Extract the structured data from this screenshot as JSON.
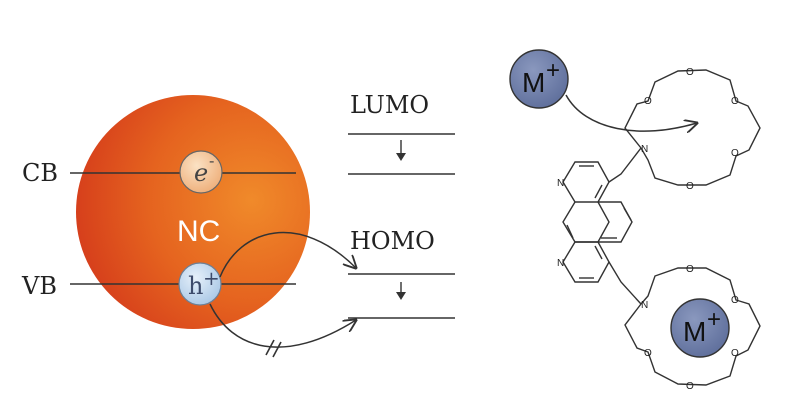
{
  "labels": {
    "cb": "CB",
    "vb": "VB",
    "nc": "NC",
    "electron": "e",
    "electron_sup": "-",
    "hole": "h",
    "hole_sup": "+",
    "lumo": "LUMO",
    "homo": "HOMO",
    "blocked_mark": "//",
    "metal_top": "M",
    "metal_top_sup": "+",
    "metal_bottom": "M",
    "metal_bottom_sup": "+",
    "n_label": "N",
    "o_label": "O"
  },
  "colors": {
    "nc_dark": "#d8401c",
    "nc_mid": "#e4621f",
    "nc_light": "#ef8a2a",
    "electron_fill": "#f6c79a",
    "hole_fill": "#bcd5ec",
    "metal_fill": "#6f7faa",
    "metal_bottom_fill": "#7584ad",
    "line": "#333333"
  }
}
